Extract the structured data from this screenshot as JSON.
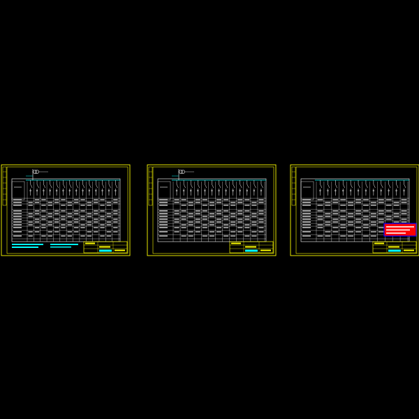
{
  "viewport": {
    "background": "#000000"
  },
  "colors": {
    "frame": "#ffff00",
    "grid": "#ffffff",
    "bus": "#00ffff",
    "notes": "#00ffff",
    "title_block": "#ffff00",
    "warning_box_fill": "#ff0000",
    "warning_box_border": "#0000ff"
  },
  "sheets": [
    {
      "name": "drawing-sheet-1",
      "has_transformer": true,
      "has_notes": true,
      "has_warning_box": false,
      "feeder_columns": 14
    },
    {
      "name": "drawing-sheet-2",
      "has_transformer": true,
      "has_notes": false,
      "has_warning_box": false,
      "feeder_columns": 13
    },
    {
      "name": "drawing-sheet-3",
      "has_transformer": false,
      "has_notes": false,
      "has_warning_box": true,
      "feeder_columns": 12
    }
  ]
}
